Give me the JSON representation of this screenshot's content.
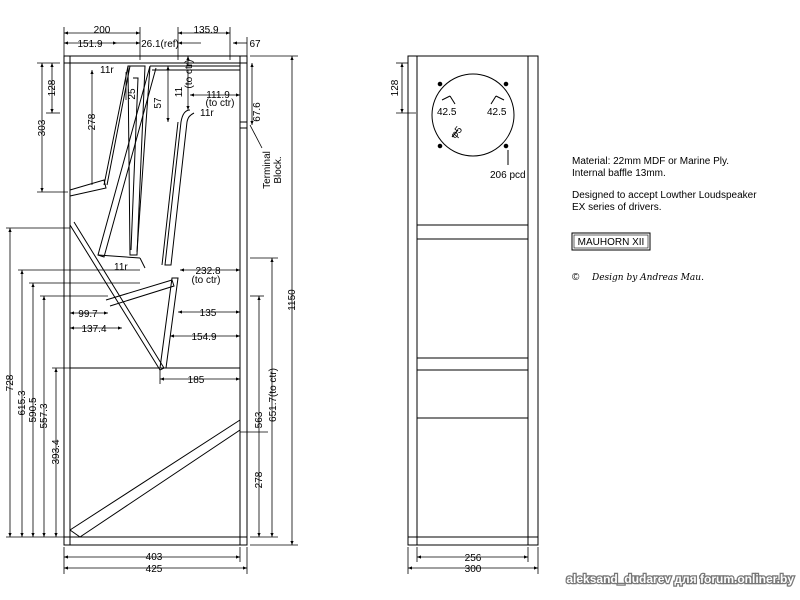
{
  "side_view": {
    "top_dims": [
      "200",
      "151.9",
      "26.1(ref)",
      "135.9",
      "67"
    ],
    "bottom_dims": [
      "403",
      "425"
    ],
    "right_outer": "1150",
    "left_dims": [
      "128",
      "303",
      "728",
      "615.3",
      "590.5",
      "557.3",
      "393.4"
    ],
    "inner_right_dims": [
      "563",
      "651.7(to ctr)",
      "278"
    ],
    "internal": {
      "r_top_left": "11r",
      "d25": "25",
      "d278": "278",
      "d11": "11",
      "d57": "57",
      "to_ctr_top": "(to ctr)",
      "d111_9": "111.9",
      "to_ctr_111": "(to ctr)",
      "r_right": "11r",
      "d67_6": "67.6",
      "terminal": "Terminal\nBlock.",
      "r_bottom": "11r",
      "d232_8": "232.8",
      "to_ctr_232": "(to ctr)",
      "d99_7": "99.7",
      "d137_4": "137.4",
      "d135": "135",
      "d154_9": "154.9",
      "d185": "185"
    }
  },
  "front_view": {
    "d128": "128",
    "d42_5a": "42.5",
    "d42_5b": "42.5",
    "phi": "φ5",
    "pcd": "206 pcd",
    "bottom_dims": [
      "256",
      "300"
    ]
  },
  "notes": {
    "material_1": "Material: 22mm MDF or Marine Ply.",
    "material_2": "Internal baffle 13mm.",
    "designed_1": "Designed to accept Lowther Loudspeaker",
    "designed_2": "EX series of drivers.",
    "title": "MAUHORN XII",
    "credit": "Design by Andreas Mau."
  },
  "watermark": "aleksand_dudarev для forum.onliner.by"
}
